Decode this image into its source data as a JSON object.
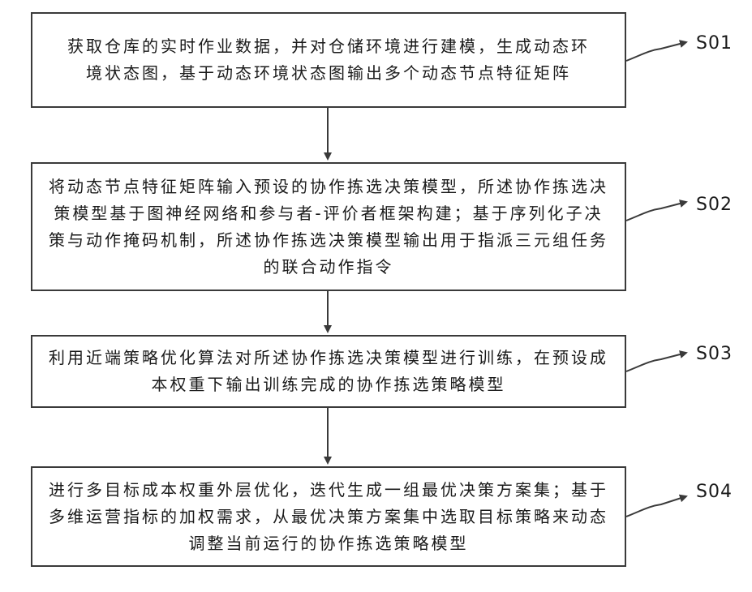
{
  "steps": [
    {
      "id": "S01",
      "text": "获取仓库的实时作业数据，并对仓储环境进行建模，生成动态环境状态图，基于动态环境状态图输出多个动态节点特征矩阵"
    },
    {
      "id": "S02",
      "text": "将动态节点特征矩阵输入预设的协作拣选决策模型，所述协作拣选决策模型基于图神经网络和参与者-评价者框架构建；基于序列化子决策与动作掩码机制，所述协作拣选决策模型输出用于指派三元组任务的联合动作指令"
    },
    {
      "id": "S03",
      "text": "利用近端策略优化算法对所述协作拣选决策模型进行训练，在预设成本权重下输出训练完成的协作拣选策略模型"
    },
    {
      "id": "S04",
      "text": "进行多目标成本权重外层优化，迭代生成一组最优决策方案集；基于多维运营指标的加权需求，从最优决策方案集中选取目标策略来动态调整当前运行的协作拣选策略模型"
    }
  ],
  "colors": {
    "stroke": "#3a3a3a",
    "text": "#1a1a1a"
  }
}
